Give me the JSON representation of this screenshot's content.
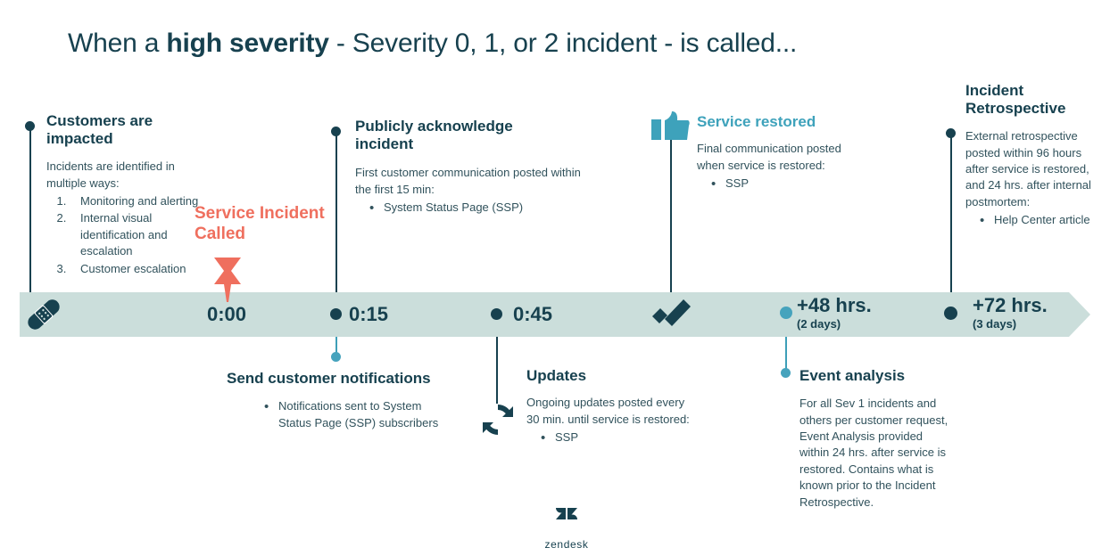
{
  "title": {
    "part1": "When a ",
    "bold": "high severity",
    "part2": " - Severity 0, 1, or 2 incident - is called..."
  },
  "colors": {
    "dark_teal": "#17414f",
    "light_teal": "#46a3bd",
    "bar_bg": "#cbdedb",
    "coral": "#ef6f5e",
    "body_text": "#31525c"
  },
  "timeline": {
    "markers": [
      {
        "label": "0:00",
        "sub": ""
      },
      {
        "label": "0:15",
        "sub": ""
      },
      {
        "label": "0:45",
        "sub": ""
      },
      {
        "label": "+48 hrs.",
        "sub": "(2 days)"
      },
      {
        "label": "+72 hrs.",
        "sub": "(3 days)"
      }
    ]
  },
  "incident_called": {
    "line1": "Service Incident",
    "line2": "Called",
    "icon": "hourglass-marker-icon"
  },
  "above": {
    "customers": {
      "heading_line1": "Customers are",
      "heading_line2": "impacted",
      "intro": "Incidents are identified in multiple ways:",
      "items": [
        "Monitoring and alerting",
        "Internal visual identification and escalation",
        "Customer escalation"
      ]
    },
    "acknowledge": {
      "heading_line1": "Publicly acknowledge",
      "heading_line2": "incident",
      "intro": "First customer communication posted within the first 15 min:",
      "bullets": [
        "System Status Page (SSP)"
      ]
    },
    "restored": {
      "heading": "Service restored",
      "intro": "Final communication posted when service is restored:",
      "bullets": [
        "SSP"
      ],
      "icon": "thumbs-up-icon"
    },
    "retrospective": {
      "heading_line1": "Incident",
      "heading_line2": "Retrospective",
      "intro": "External retrospective posted within 96 hours after service is restored, and 24 hrs. after internal postmortem:",
      "bullets": [
        "Help Center article"
      ]
    }
  },
  "below": {
    "notifications": {
      "heading": "Send customer notifications",
      "bullets": [
        "Notifications sent to System Status Page (SSP) subscribers"
      ]
    },
    "updates": {
      "heading": "Updates",
      "intro": "Ongoing updates posted every 30 min. until service is restored:",
      "bullets": [
        "SSP"
      ],
      "icon": "refresh-cycle-icon"
    },
    "event_analysis": {
      "heading": "Event analysis",
      "body": "For all Sev 1 incidents and others per customer request, Event Analysis provided within 24 hrs. after service is restored. Contains what is known prior to the Incident Retrospective."
    }
  },
  "icons": {
    "bandage": "bandage-icon",
    "checkmark": "checkmark-icon"
  },
  "footer": {
    "brand": "zendesk"
  }
}
